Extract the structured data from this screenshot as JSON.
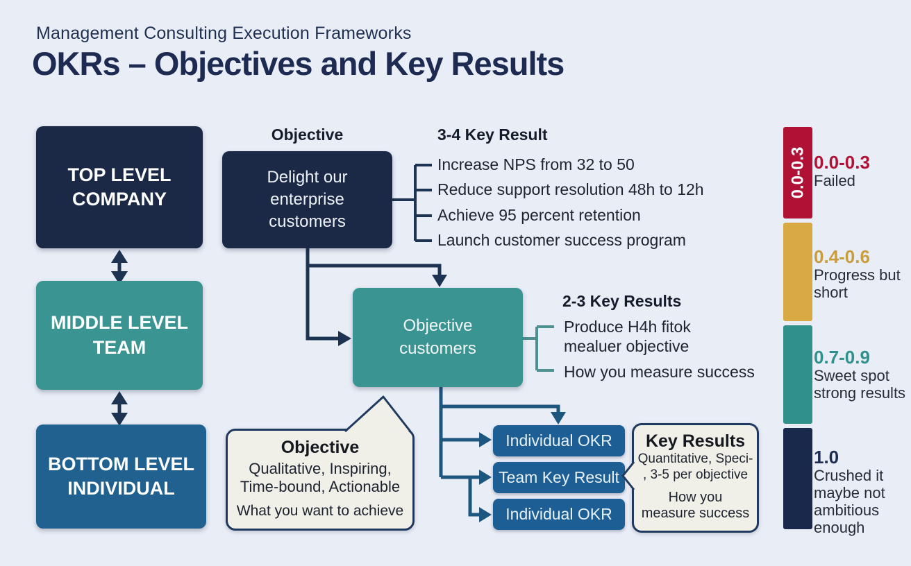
{
  "header": {
    "eyebrow": "Management Consulting Execution Frameworks",
    "title": "OKRs – Objectives and Key Results"
  },
  "hierarchy": {
    "top": "TOP LEVEL COMPANY",
    "middle": "MIDDLE LEVEL TEAM",
    "bottom": "BOTTOM LEVEL INDIVIDUAL"
  },
  "company_okr": {
    "objective_label": "Objective",
    "objective": "Delight our enterprise customers",
    "key_results_label": "3-4 Key Result",
    "key_results": [
      "Increase NPS from 32 to 50",
      "Reduce support resolution 48h to 12h",
      "Achieve 95 percent retention",
      "Launch customer success program"
    ]
  },
  "team_okr": {
    "objective": "Objective customers",
    "key_results_label": "2-3 Key Results",
    "key_results": [
      "Produce H4h fitok mealuer objective",
      "How you measure success"
    ]
  },
  "objective_note": {
    "title": "Objective",
    "attributes": "Qualitative, Inspiring, Time-bound, Actionable",
    "summary": "What you want to achieve"
  },
  "cascade": [
    "Individual OKR",
    "Team Key Result",
    "Individual OKR"
  ],
  "key_results_note": {
    "title": "Key Results",
    "attributes_line1": "Quantitative, Speci-",
    "attributes_line2": ", 3-5 per objective",
    "summary": "How you measure success"
  },
  "scale": {
    "items": [
      {
        "range": "0.0-0.3",
        "bar_label": "0.0-0.3",
        "description": "Failed",
        "color": "#b01236"
      },
      {
        "range": "0.4-0.6",
        "bar_label": "",
        "description": "Progress but short",
        "color": "#d9a945"
      },
      {
        "range": "0.7-0.9",
        "bar_label": "",
        "description": "Sweet spot strong results",
        "color": "#2f908c"
      },
      {
        "range": "1.0",
        "bar_label": "",
        "description": "Crushed it maybe not ambitious enough",
        "color": "#18294b"
      }
    ]
  },
  "colors": {
    "background": "#e9edf6",
    "navy_box": "#1b2946",
    "teal_box": "#3a9492",
    "blue_box": "#20618f",
    "cascade_box": "#1d5f94",
    "bubble_bg": "#f0f0e9",
    "bubble_border": "#1f3a5e",
    "connector_navy": "#1d3352",
    "connector_blue": "#1d567f",
    "connector_teal": "#4d9090",
    "title_text": "#1d2a52"
  }
}
